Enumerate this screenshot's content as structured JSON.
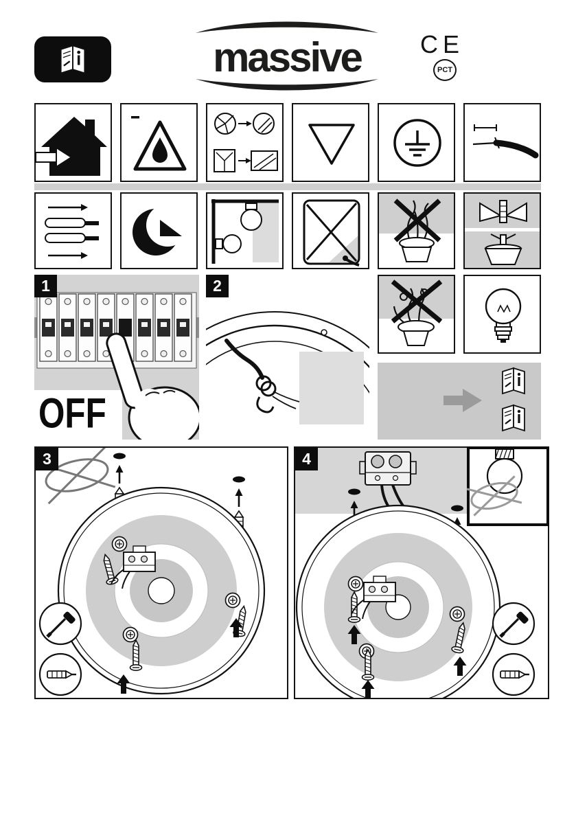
{
  "header": {
    "brand": "massive",
    "ce_mark": "CE",
    "rostest_mark": "PCT",
    "manual_badge_icon": "instruction-booklet-icon"
  },
  "steps": {
    "step1": "1",
    "step2": "2",
    "step3": "3",
    "step4": "4"
  },
  "panel1": {
    "off_label": "OFF"
  },
  "pictograms": {
    "row1": [
      "indoor-use-house-icon",
      "moisture-warning-triangle-icon",
      "broken-glass-replace-icon",
      "inverted-triangle-icon",
      "earth-ground-icon",
      "cable-strip-length-icon"
    ],
    "row2": [
      "strip-wires-arrows-icon",
      "dimmer-compatible-icon",
      "wall-ceiling-mounting-icon",
      "no-enclosed-box-icon",
      "no-loose-wires-icon",
      "spring-clip-mount-icon"
    ],
    "row3": [
      "no-twisted-wires-icon",
      "incandescent-bulb-icon",
      "see-other-manual-arrow-icon"
    ]
  },
  "colors": {
    "ink": "#161616",
    "panel_gray": "#d3d3d3",
    "band_gray": "#c9c9c9",
    "label_gray": "#dedede",
    "arrow_gray": "#9b9b9b"
  }
}
